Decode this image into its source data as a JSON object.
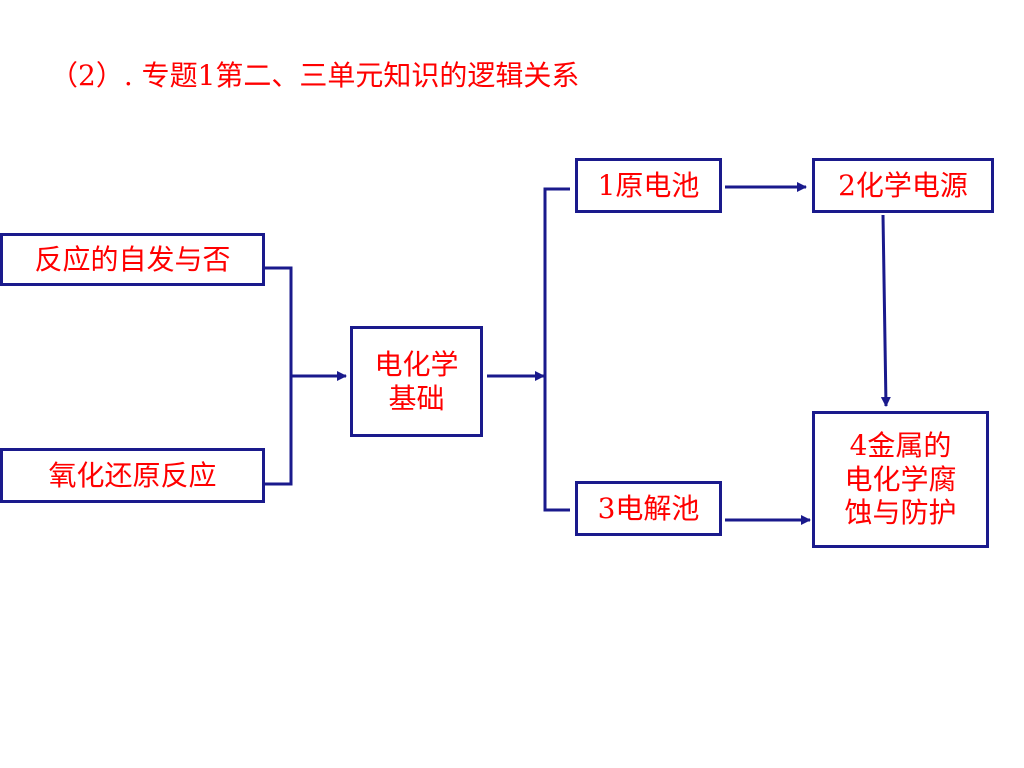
{
  "title": "（2）. 专题1第二、三单元知识的逻辑关系",
  "nodes": {
    "spontaneity": "反应的自发与否",
    "redox": "氧化还原反应",
    "basics_line1": "电化学",
    "basics_line2": "基础",
    "galvanic": "1原电池",
    "power_source": "2化学电源",
    "electrolytic": "3电解池",
    "corrosion_line1": "4金属的",
    "corrosion_line2": "电化学腐",
    "corrosion_line3": "蚀与防护"
  },
  "colors": {
    "text": "#ff0000",
    "border": "#1a1a8c",
    "arrow": "#1a1a8c",
    "background": "#ffffff"
  }
}
